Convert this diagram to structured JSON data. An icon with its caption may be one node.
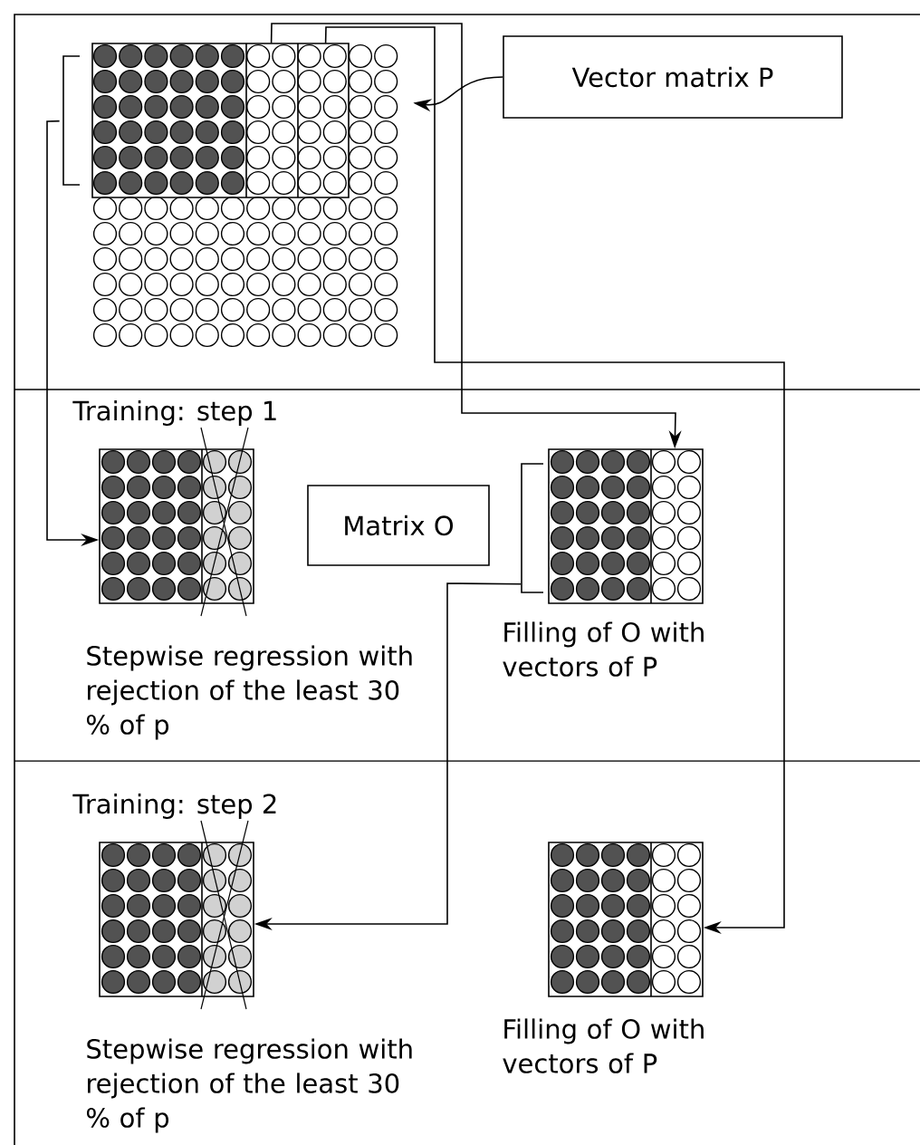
{
  "diagram": {
    "nodes": [
      {
        "text": [],
        "shape": "box"
      },
      {
        "text": [
          "Vector matrix P"
        ]
      },
      {
        "text": [
          "Training: step 1"
        ],
        "beside": [
          "Stepwise regression with rejection of the least 30 % of p"
        ]
      },
      {
        "text": [
          "Matrix O"
        ]
      },
      {
        "text": [],
        "shape": "box",
        "beside": [
          "Filling of O with vectors of P"
        ]
      },
      {
        "text": [
          "Training: step 2"
        ],
        "beside": [
          "Stepwise regression with rejection of the least 30 % of p"
        ]
      },
      {
        "text": [],
        "shape": "box",
        "beside": [
          "Filling of O with vectors of P"
        ]
      }
    ],
    "edges": [
      {
        "from": 1,
        "to": 0,
        "arrow": "to"
      },
      {
        "from": 0,
        "to": 2,
        "arrow": "to"
      },
      {
        "from": 0,
        "to": 4,
        "arrow": "to"
      },
      {
        "from": 0,
        "to": 6,
        "arrow": "to"
      },
      {
        "from": 4,
        "to": 5,
        "arrow": "to"
      }
    ]
  }
}
